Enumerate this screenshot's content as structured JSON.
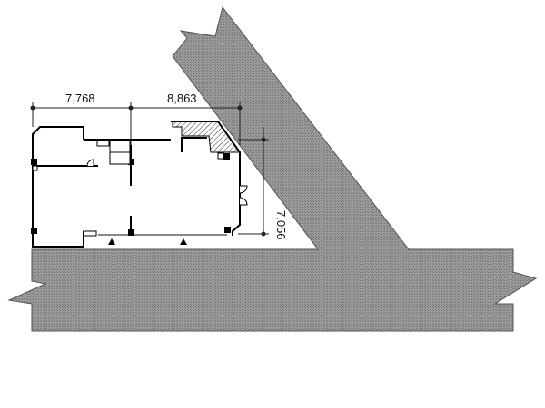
{
  "dimensions": {
    "left_width": "7,768",
    "right_width": "8,863",
    "depth": "7,056"
  },
  "colors": {
    "road": "#8c8c8c",
    "wall": "#000000",
    "background": "#ffffff"
  }
}
